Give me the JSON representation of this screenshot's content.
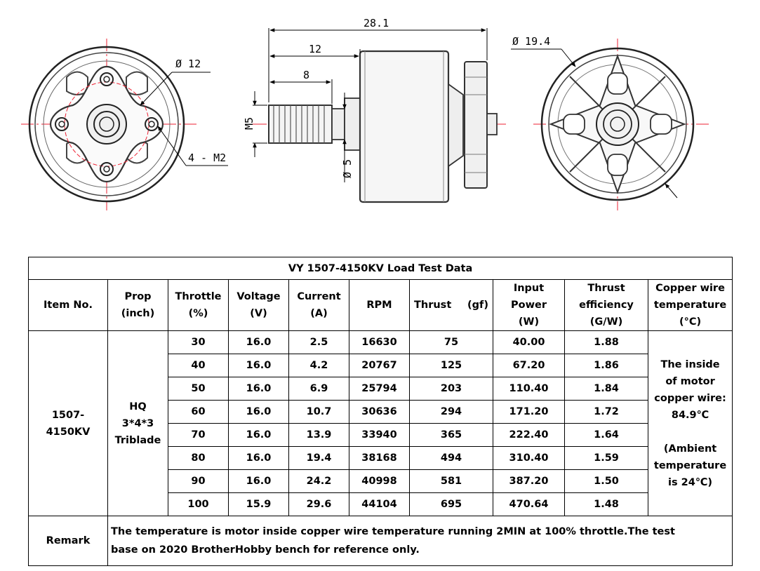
{
  "drawing": {
    "front_diameter": "Ø 12",
    "front_holes": "4 - M2",
    "side_total_length": "28.1",
    "side_body_length": "12",
    "side_shaft_length": "8",
    "side_thread": "M5",
    "side_shaft_diameter": "Ø 5",
    "rear_diameter": "Ø 19.4"
  },
  "table": {
    "title": "VY 1507-4150KV Load Test Data",
    "headers": {
      "item": "Item No.",
      "prop": "Prop\n(inch)",
      "throttle": "Throttle\n(%)",
      "voltage": "Voltage\n(V)",
      "current": "Current\n(A)",
      "rpm": "RPM",
      "thrust_label": "Thrust",
      "thrust_unit": "(gf)",
      "power": "Input\nPower\n(W)",
      "efficiency": "Thrust\nefficiency\n(G/W)",
      "temperature": "Copper wire\ntemperature\n(°C)"
    },
    "item_no": "1507-\n4150KV",
    "prop": "HQ\n3*4*3\nTriblade",
    "copper_note": "The inside\nof motor\ncopper wire:\n84.9℃\n\n(Ambient\ntemperature\nis 24℃)",
    "rows": [
      [
        "30",
        "16.0",
        "2.5",
        "16630",
        "75",
        "40.00",
        "1.88"
      ],
      [
        "40",
        "16.0",
        "4.2",
        "20767",
        "125",
        "67.20",
        "1.86"
      ],
      [
        "50",
        "16.0",
        "6.9",
        "25794",
        "203",
        "110.40",
        "1.84"
      ],
      [
        "60",
        "16.0",
        "10.7",
        "30636",
        "294",
        "171.20",
        "1.72"
      ],
      [
        "70",
        "16.0",
        "13.9",
        "33940",
        "365",
        "222.40",
        "1.64"
      ],
      [
        "80",
        "16.0",
        "19.4",
        "38168",
        "494",
        "310.40",
        "1.59"
      ],
      [
        "90",
        "16.0",
        "24.2",
        "40998",
        "581",
        "387.20",
        "1.50"
      ],
      [
        "100",
        "15.9",
        "29.6",
        "44104",
        "695",
        "470.64",
        "1.48"
      ]
    ],
    "remark_label": "Remark",
    "remark_text": "The temperature is motor inside copper wire temperature running 2MIN at 100% throttle.The test\nbase on 2020 BrotherHobby bench for reference only."
  }
}
